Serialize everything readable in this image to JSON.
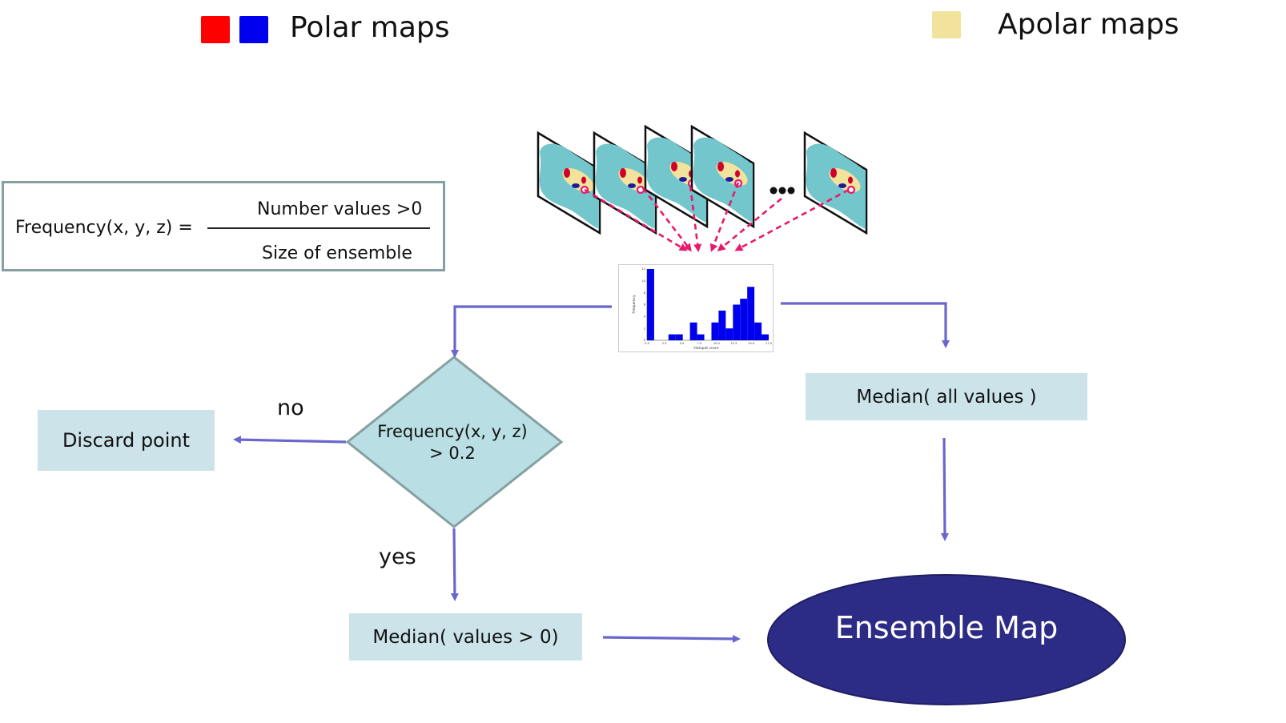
{
  "legend": {
    "polar_label": "Polar maps",
    "apolar_label": "Apolar maps",
    "polar_colors": [
      "#ff0000",
      "#0000ee"
    ],
    "apolar_color": "#f2e39c"
  },
  "formula": {
    "lhs": "Frequency(x, y, z) =",
    "numerator": "Number values >0",
    "denominator": "Size of ensemble"
  },
  "decision": {
    "condition_line1": "Frequency(x, y, z)",
    "condition_line2": "> 0.2",
    "no_label": "no",
    "yes_label": "yes"
  },
  "boxes": {
    "discard": "Discard point",
    "median_positive": "Median( values > 0)",
    "median_all": "Median( all values )",
    "ensemble": "Ensemble Map"
  },
  "maps": {
    "ellipsis": "•••",
    "count_shown": 5
  },
  "histogram": {
    "xlabel": "Hotspot score",
    "ylabel": "Frequency",
    "bars": [
      12,
      0,
      0,
      1,
      1,
      0,
      3,
      1,
      0,
      3,
      5,
      2,
      6,
      7,
      9,
      3,
      1
    ],
    "xticks": [
      "0.0",
      "2.5",
      "5.0",
      "7.5",
      "10.0",
      "12.5",
      "15.0",
      "17.5"
    ],
    "yticks": [
      "0",
      "2",
      "4",
      "6",
      "8",
      "10",
      "12"
    ],
    "bar_color": "#0000ee"
  },
  "colors": {
    "arrow": "#6a67cc",
    "dashed_arrow": "#e8196b",
    "box_fill": "#cce3ea",
    "diamond_fill": "#b9dfe4",
    "diamond_stroke": "#86a0a1",
    "ensemble_fill": "#2c2c86",
    "map_teal": "#72c6cc",
    "map_yellow": "#f2e39c",
    "map_red": "#d0002a",
    "map_blue": "#1b1ba0"
  }
}
